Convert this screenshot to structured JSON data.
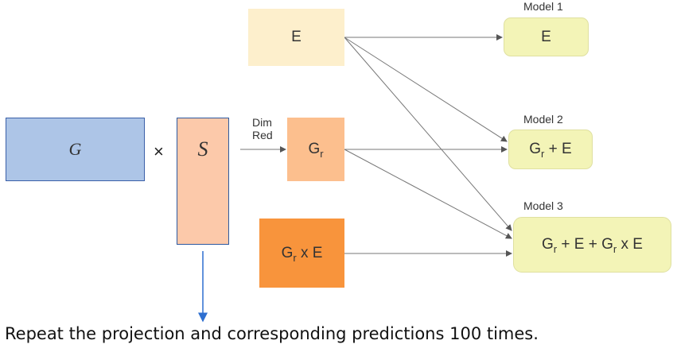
{
  "matrix_g": {
    "label": "G",
    "fill": "#adc5e7",
    "border": "#3a5fa8"
  },
  "times_symbol": "×",
  "matrix_s": {
    "label": "S",
    "fill": "#fcc9aa",
    "border": "#2e5aa0"
  },
  "dim_red": {
    "line1": "Dim",
    "line2": "Red"
  },
  "box_e": {
    "label": "E",
    "fill": "#fdefcc"
  },
  "box_gr": {
    "base": "G",
    "sub": "r",
    "fill": "#fcbf8e"
  },
  "box_grxe": {
    "base": "G",
    "sub": "r",
    "rest": " x E",
    "fill": "#f8943c"
  },
  "models": [
    {
      "title": "Model 1",
      "text": "E"
    },
    {
      "title": "Model 2",
      "g": "G",
      "sub": "r",
      "rest": " + E"
    },
    {
      "title": "Model 3",
      "g": "G",
      "sub": "r",
      "mid": " + E + G",
      "sub2": "r",
      "rest": " x E"
    }
  ],
  "model_fill": "#f3f4b7",
  "caption": "Repeat the projection and corresponding predictions 100 times."
}
